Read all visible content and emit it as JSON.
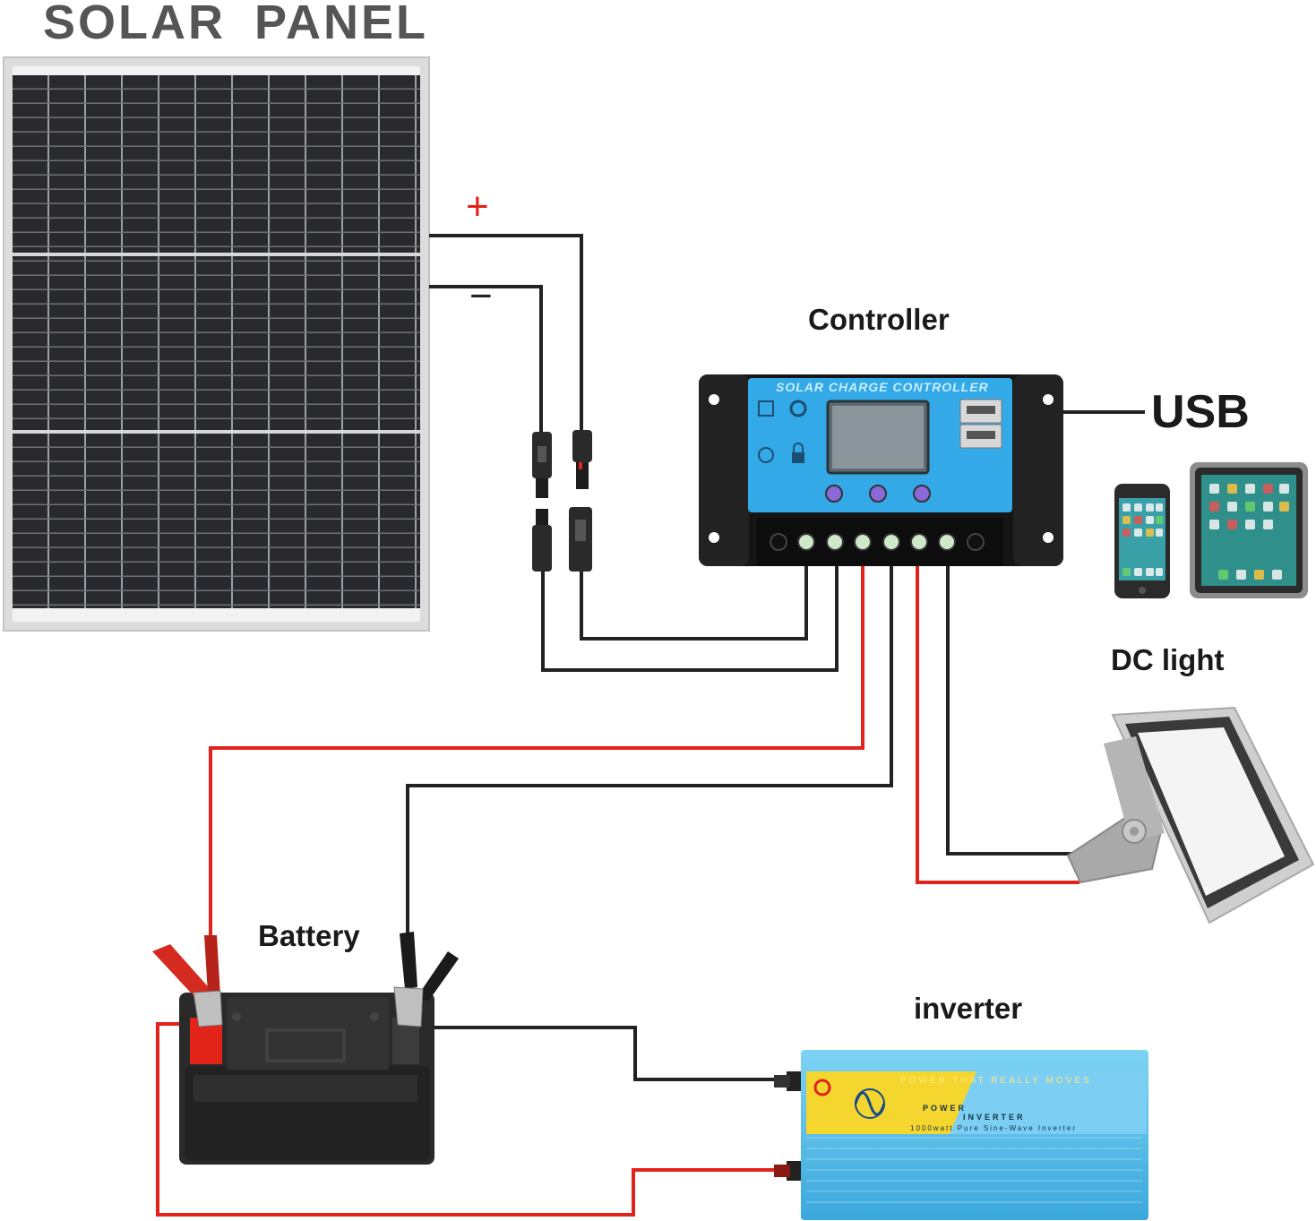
{
  "title": "SOLAR  PANEL",
  "labels": {
    "plus": "+",
    "minus": "−",
    "controller": "Controller",
    "usb": "USB",
    "dc_light": "DC light",
    "battery": "Battery",
    "inverter": "inverter"
  },
  "controller": {
    "device_title": "SOLAR CHARGE CONTROLLER"
  },
  "inverter": {
    "slogan": "POWER THAT REALLY MOVES",
    "brand_line1": "POWER",
    "brand_line2": "INVERTER",
    "rating": "1000watt Pure Sine-Wave Inverter"
  },
  "colors": {
    "positive_wire": "#e2231a",
    "negative_wire": "#222222",
    "controller_face": "#33a9e8",
    "inverter_body": "#5cc3ee"
  }
}
